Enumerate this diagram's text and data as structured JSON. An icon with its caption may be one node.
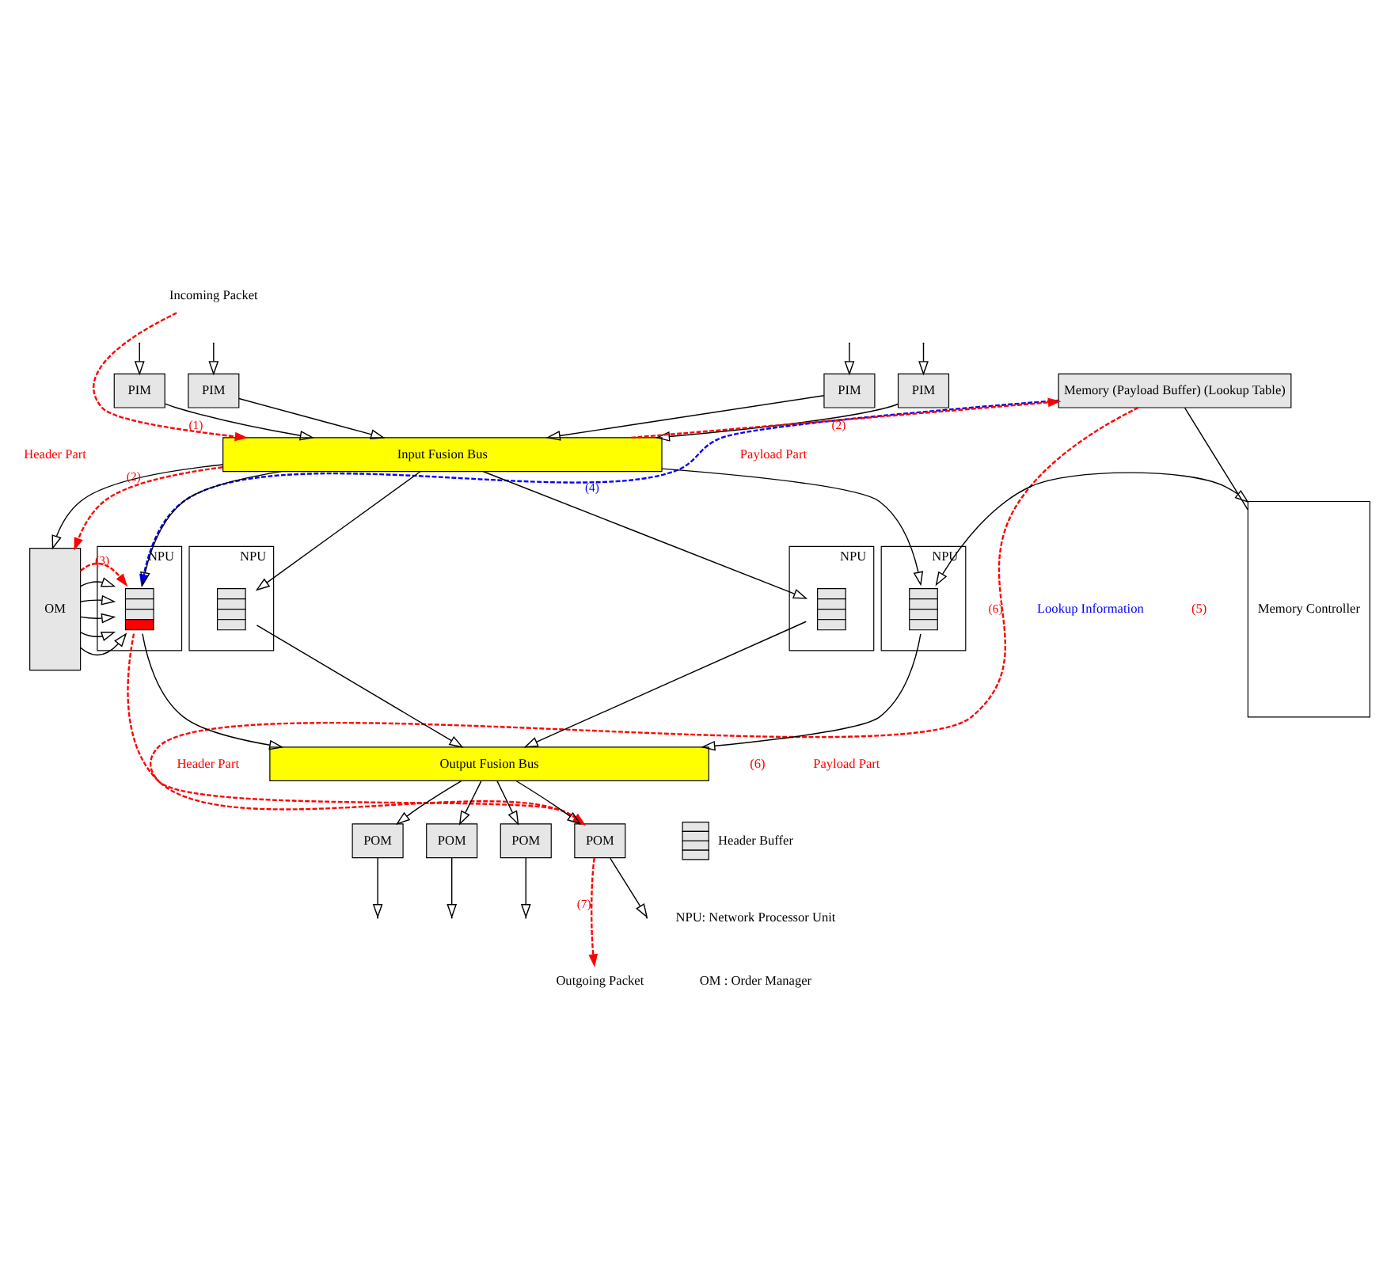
{
  "diagram": {
    "nodes": [
      {
        "text": [
          "Incoming Packet"
        ]
      },
      {
        "text": [
          "PIM"
        ]
      },
      {
        "text": [
          "PIM"
        ]
      },
      {
        "text": [
          "PIM"
        ]
      },
      {
        "text": [
          "PIM"
        ]
      },
      {
        "text": [
          "Memory (Payload Buffer) (Lookup Table)"
        ]
      },
      {
        "text": [
          "Input Fusion Bus"
        ]
      },
      {
        "text": [
          "Memory Controller"
        ]
      },
      {
        "text": [
          "OM"
        ]
      },
      {
        "text": [
          "NPU"
        ]
      },
      {
        "text": [],
        "shape": "box",
        "in": 9
      },
      {
        "text": [
          "NPU"
        ]
      },
      {
        "text": [],
        "shape": "box",
        "in": 11
      },
      {
        "text": [
          "NPU"
        ]
      },
      {
        "text": [],
        "shape": "box",
        "in": 13
      },
      {
        "text": [
          "NPU"
        ]
      },
      {
        "text": [],
        "shape": "box",
        "in": 15
      },
      {
        "text": [
          "Output Fusion Bus"
        ]
      },
      {
        "text": [
          "POM"
        ]
      },
      {
        "text": [
          "POM"
        ]
      },
      {
        "text": [
          "POM"
        ]
      },
      {
        "text": [
          "POM"
        ]
      },
      {
        "text": [
          "Outgoing Packet"
        ]
      }
    ],
    "edges": [
      {
        "from": null,
        "to": 1,
        "arrow": "to"
      },
      {
        "from": null,
        "to": 2,
        "arrow": "to"
      },
      {
        "from": null,
        "to": 3,
        "arrow": "to"
      },
      {
        "from": null,
        "to": 4,
        "arrow": "to"
      },
      {
        "from": 1,
        "to": 6,
        "arrow": "to"
      },
      {
        "from": 2,
        "to": 6,
        "arrow": "to"
      },
      {
        "from": 3,
        "to": 6,
        "arrow": "to"
      },
      {
        "from": 4,
        "to": 6,
        "arrow": "to"
      },
      {
        "from": 6,
        "to": 8,
        "arrow": "to"
      },
      {
        "from": 6,
        "to": 10,
        "arrow": "to"
      },
      {
        "from": 6,
        "to": 12,
        "arrow": "to"
      },
      {
        "from": 6,
        "to": 14,
        "arrow": "to"
      },
      {
        "from": 6,
        "to": 16,
        "arrow": "to"
      },
      {
        "from": 8,
        "to": 10,
        "arrow": "to"
      },
      {
        "from": 8,
        "to": 10,
        "arrow": "to"
      },
      {
        "from": 8,
        "to": 10,
        "arrow": "to"
      },
      {
        "from": 8,
        "to": 10,
        "arrow": "to"
      },
      {
        "from": 8,
        "to": 10,
        "arrow": "to"
      },
      {
        "from": 16,
        "to": 7,
        "arrow": "both"
      },
      {
        "from": 5,
        "to": 7,
        "arrow": "none"
      },
      {
        "from": 10,
        "to": 17,
        "arrow": "to"
      },
      {
        "from": 12,
        "to": 17,
        "arrow": "to"
      },
      {
        "from": 14,
        "to": 17,
        "arrow": "to"
      },
      {
        "from": 16,
        "to": 17,
        "arrow": "to"
      },
      {
        "from": 17,
        "to": 18,
        "arrow": "to"
      },
      {
        "from": 17,
        "to": 19,
        "arrow": "to"
      },
      {
        "from": 17,
        "to": 20,
        "arrow": "to"
      },
      {
        "from": 17,
        "to": 21,
        "arrow": "to"
      },
      {
        "from": 18,
        "to": null,
        "arrow": "to"
      },
      {
        "from": 19,
        "to": null,
        "arrow": "to"
      },
      {
        "from": 20,
        "to": null,
        "arrow": "to"
      },
      {
        "from": 21,
        "to": null,
        "arrow": "to"
      },
      {
        "from": 0,
        "to": 6,
        "arrow": "to",
        "label": "(1)",
        "style": "dashed",
        "color": "#ff0000"
      },
      {
        "from": 6,
        "to": 8,
        "arrow": "to",
        "label": "(2)",
        "style": "dashed",
        "color": "#ff0000"
      },
      {
        "from": 6,
        "to": 5,
        "arrow": "to",
        "label": "(2)",
        "style": "dashed",
        "color": "#ff0000"
      },
      {
        "from": 8,
        "to": 10,
        "arrow": "to",
        "label": "(3)",
        "style": "dashed",
        "color": "#ff0000"
      },
      {
        "from": 5,
        "to": 10,
        "arrow": "to",
        "label": "(4)",
        "style": "dashed",
        "color": "#0000ff"
      },
      {
        "from": 10,
        "to": 21,
        "arrow": "to",
        "style": "dashed",
        "color": "#ff0000"
      },
      {
        "from": 5,
        "to": 21,
        "arrow": "to",
        "label": "(6)",
        "style": "dashed",
        "color": "#ff0000"
      },
      {
        "from": 21,
        "to": 22,
        "arrow": "to",
        "label": "(7)",
        "style": "dashed",
        "color": "#ff0000"
      }
    ],
    "labels": [
      "Header Part",
      "Payload Part",
      "Lookup Information",
      "(5)",
      "Header Part",
      "(6)",
      "Payload Part",
      "NPU: Network Processor Unit",
      "OM : Order Manager"
    ],
    "legend": [
      {
        "text": "Header Buffer"
      }
    ]
  }
}
